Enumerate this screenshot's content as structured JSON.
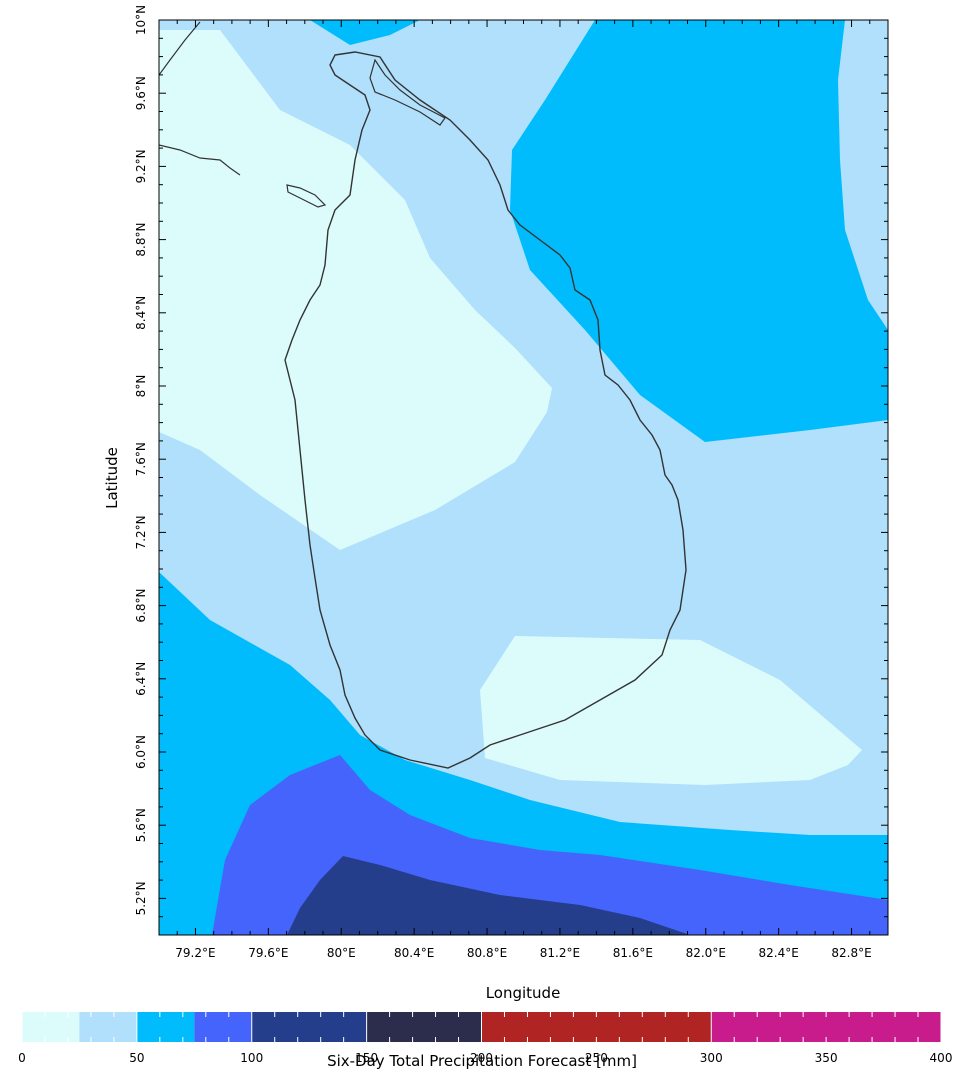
{
  "map": {
    "x_axis_label": "Longitude",
    "y_axis_label": "Latitude",
    "lon_range": [
      79.0,
      83.0
    ],
    "lat_range": [
      5.0,
      10.0
    ],
    "lon_ticks": [
      {
        "value": 79.2,
        "label": "79.2°E"
      },
      {
        "value": 79.6,
        "label": "79.6°E"
      },
      {
        "value": 80.0,
        "label": "80°E"
      },
      {
        "value": 80.4,
        "label": "80.4°E"
      },
      {
        "value": 80.8,
        "label": "80.8°E"
      },
      {
        "value": 81.2,
        "label": "81.2°E"
      },
      {
        "value": 81.6,
        "label": "81.6°E"
      },
      {
        "value": 82.0,
        "label": "82.0°E"
      },
      {
        "value": 82.4,
        "label": "82.4°E"
      },
      {
        "value": 82.8,
        "label": "82.8°E"
      }
    ],
    "lat_ticks": [
      {
        "value": 5.2,
        "label": "5.2°N"
      },
      {
        "value": 5.6,
        "label": "5.6°N"
      },
      {
        "value": 6.0,
        "label": "6.0°N"
      },
      {
        "value": 6.4,
        "label": "6.4°N"
      },
      {
        "value": 6.8,
        "label": "6.8°N"
      },
      {
        "value": 7.2,
        "label": "7.2°N"
      },
      {
        "value": 7.6,
        "label": "7.6°N"
      },
      {
        "value": 8.0,
        "label": "8°N"
      },
      {
        "value": 8.4,
        "label": "8.4°N"
      },
      {
        "value": 8.8,
        "label": "8.8°N"
      },
      {
        "value": 9.2,
        "label": "9.2°N"
      },
      {
        "value": 9.6,
        "label": "9.6°N"
      },
      {
        "value": 10.0,
        "label": "10°N"
      }
    ],
    "fill_colors": {
      "0-25": "#dcfcfc",
      "25-50": "#b0e0fc",
      "50-75": "#00bcfc",
      "75-100": "#4464fc",
      "100-150": "#243e8c",
      "150-200": "#2c2c4c",
      "200-300": "#b02424",
      "300-400": "#c81c8c"
    },
    "coastline_color": "#333333"
  },
  "colorbar": {
    "title": "Six-Day Total Precipitation Forecast [mm]",
    "bins": [
      {
        "from": 0,
        "to": 25,
        "color": "#dcfcfc"
      },
      {
        "from": 25,
        "to": 50,
        "color": "#b0e0fc"
      },
      {
        "from": 50,
        "to": 75,
        "color": "#00bcfc"
      },
      {
        "from": 75,
        "to": 100,
        "color": "#4464fc"
      },
      {
        "from": 100,
        "to": 150,
        "color": "#243e8c"
      },
      {
        "from": 150,
        "to": 200,
        "color": "#2c2c4c"
      },
      {
        "from": 200,
        "to": 300,
        "color": "#b02424"
      },
      {
        "from": 300,
        "to": 400,
        "color": "#c81c8c"
      }
    ],
    "labels": [
      {
        "value": 0,
        "text": "0"
      },
      {
        "value": 50,
        "text": "50"
      },
      {
        "value": 100,
        "text": "100"
      },
      {
        "value": 150,
        "text": "150"
      },
      {
        "value": 200,
        "text": "200"
      },
      {
        "value": 250,
        "text": "250"
      },
      {
        "value": 300,
        "text": "300"
      },
      {
        "value": 350,
        "text": "350"
      },
      {
        "value": 400,
        "text": "400"
      }
    ]
  }
}
